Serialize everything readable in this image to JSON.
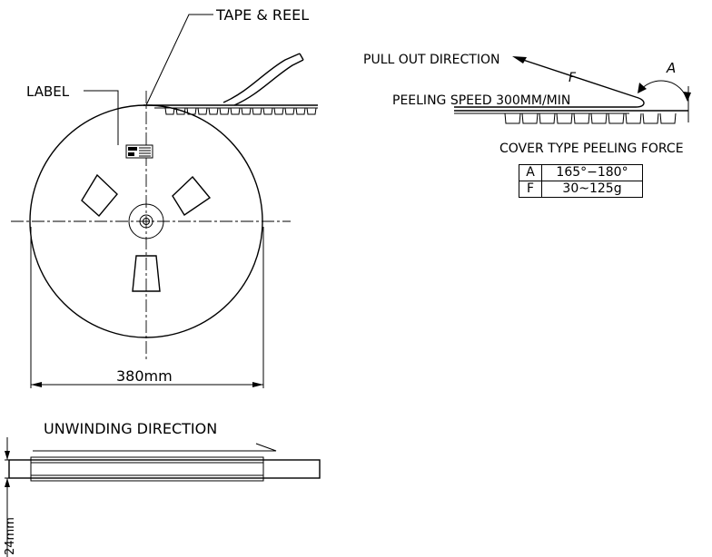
{
  "labels": {
    "tape_reel": "TAPE & REEL",
    "label": "LABEL",
    "pull_out": "PULL OUT DIRECTION",
    "f_marker": "F",
    "a_marker": "A",
    "peeling_speed": "PEELING SPEED 300MM/MIN",
    "cover_type": "COVER TYPE PEELING FORCE",
    "diameter": "380mm",
    "unwinding": "UNWINDING DIRECTION",
    "width_dim": "24mm"
  },
  "force_table": {
    "rows": [
      {
        "key": "A",
        "value": "165°−180°"
      },
      {
        "key": "F",
        "value": "30~125g"
      }
    ]
  }
}
